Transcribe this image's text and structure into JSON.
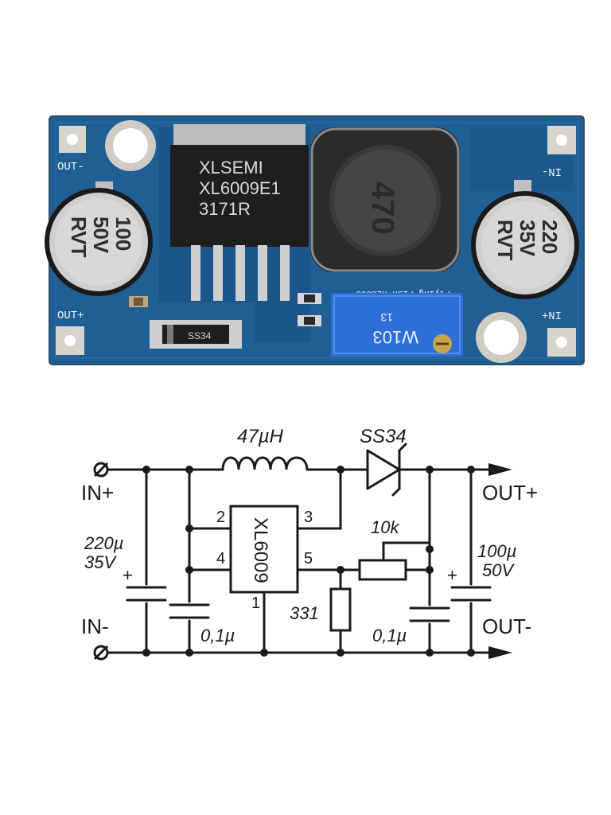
{
  "board": {
    "ic_marking": [
      "XLSEMI",
      "XL6009E1",
      "3171R"
    ],
    "inductor_marking": "470",
    "cap_out_marking": [
      "100",
      "50V",
      "RVT"
    ],
    "cap_in_marking": [
      "220",
      "35V",
      "RVT"
    ],
    "diode_marking": "SS34",
    "pot_marking": "W103",
    "pot_sub": "13",
    "silk_out_minus": "OUT-",
    "silk_out_plus": "OUT+",
    "silk_in_minus": "IN-",
    "silk_in_plus": "IN+",
    "silk_brand": "Flying-Fish-XL6009"
  },
  "schematic": {
    "inductor_label": "47µH",
    "diode_label": "SS34",
    "ic_label": "XL6009",
    "pin2": "2",
    "pin3": "3",
    "pin4": "4",
    "pin5": "5",
    "pin1": "1",
    "in_plus": "IN+",
    "in_minus": "IN-",
    "out_plus": "OUT+",
    "out_minus": "OUT-",
    "cin_value": "220µ",
    "cin_voltage": "35V",
    "cin_small": "0,1µ",
    "pot_value": "10k",
    "resistor_value": "331",
    "cout_small": "0,1µ",
    "cout_value": "100µ",
    "cout_voltage": "50V",
    "plus_sign": "+"
  },
  "colors": {
    "pcb": "#1f5f96",
    "pcb_dark": "#164877",
    "pad": "#d8d4cc",
    "ic_body": "#1e1e1e",
    "cap_body": "#cfcfcf",
    "pot_body": "#2d6fd6"
  }
}
